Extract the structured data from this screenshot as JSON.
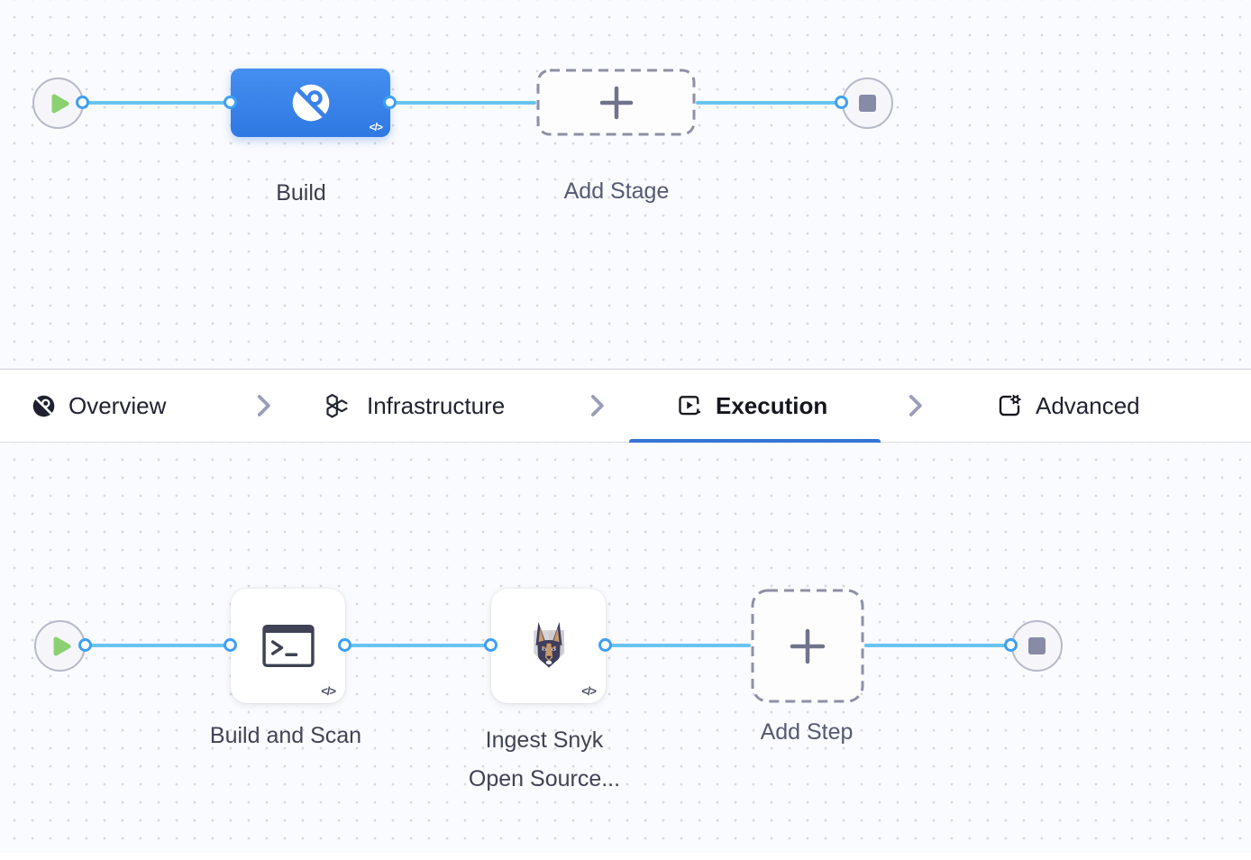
{
  "stage_flow": {
    "stage": {
      "label": "Build",
      "yaml_badge": "</>"
    },
    "add_stage": {
      "label": "Add Stage"
    }
  },
  "tab_bar": {
    "tabs": [
      {
        "label": "Overview",
        "active": false
      },
      {
        "label": "Infrastructure",
        "active": false
      },
      {
        "label": "Execution",
        "active": true
      },
      {
        "label": "Advanced",
        "active": false
      }
    ]
  },
  "step_flow": {
    "steps": [
      {
        "label": "Build and Scan",
        "yaml_badge": "</>"
      },
      {
        "label": "Ingest Snyk Open Source...",
        "yaml_badge": "</>"
      }
    ],
    "add_step": {
      "label": "Add Step"
    }
  },
  "icons": {
    "start_node": "play-icon",
    "end_node": "stop-icon",
    "stage": "ci-build-icon",
    "overview_tab": "ci-overview-icon",
    "infrastructure_tab": "hexagons-icon",
    "execution_tab": "play-square-icon",
    "advanced_tab": "page-gear-icon",
    "run_step": "terminal-icon",
    "snyk_step": "snyk-dog-icon",
    "add": "plus-icon",
    "separator": "chevron-right-icon",
    "yaml_toggle": "code-icon"
  },
  "colors": {
    "canvas_bg": "#fafbfe",
    "connector": "#68c4f1",
    "handle": "#3fa0f2",
    "stage_card": "#3b82e8",
    "active_tab_underline": "#3574d3",
    "play_green": "#8bd171",
    "stop_gray": "#878ba6",
    "dashed_border": "#8e90a6"
  }
}
